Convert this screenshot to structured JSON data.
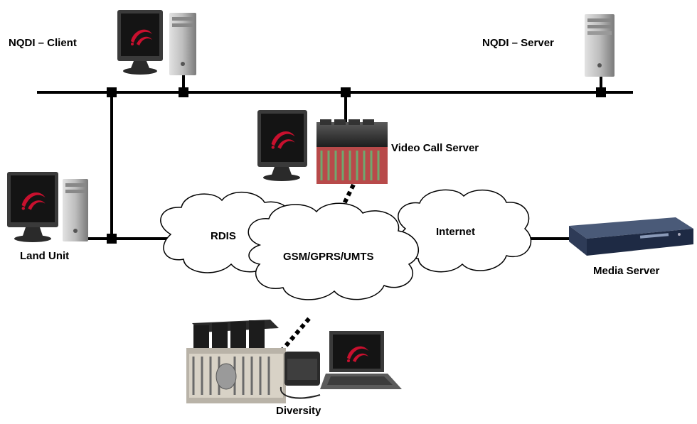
{
  "labels": {
    "nqdi_client": "NQDI – Client",
    "nqdi_server": "NQDI – Server",
    "video_call_server": "Video Call Server",
    "land_unit": "Land Unit",
    "media_server": "Media Server",
    "diversity": "Diversity"
  },
  "clouds": {
    "rdis": "RDIS",
    "gsm": "GSM/GPRS/UMTS",
    "internet": "Internet"
  },
  "colors": {
    "line": "#000000",
    "logo_red": "#c8102e",
    "screen": "#1a1a1a",
    "bezel": "#3a3a3a",
    "tower": "#b8b8b8"
  }
}
